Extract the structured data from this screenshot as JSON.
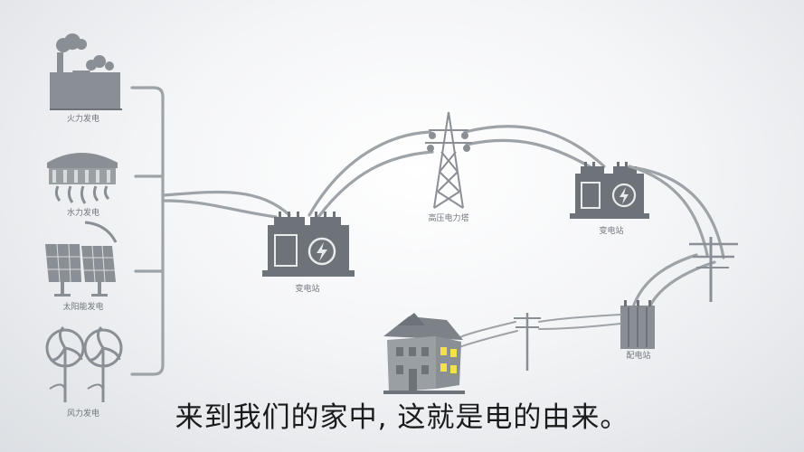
{
  "labels": {
    "thermal": "火力发电",
    "hydro": "水力发电",
    "solar": "太阳能发电",
    "wind": "风力发电",
    "substation_left": "变电站",
    "tower": "高压电力塔",
    "substation_right": "变电站",
    "distribution": "配电站"
  },
  "caption": "来到我们的家中, 这就是电的由来。",
  "colors": {
    "icon": "#8a8f95",
    "icon_dark": "#6e7379",
    "wire": "#9ea3a8",
    "window_light": "#f2e24a",
    "caption": "#1b1b1b"
  },
  "icons": [
    "thermal-plant-icon",
    "dam-icon",
    "solar-panel-icon",
    "wind-turbine-icon",
    "substation-icon",
    "transmission-tower-icon",
    "utility-pole-icon",
    "transformer-icon",
    "house-icon",
    "lightning-icon"
  ]
}
